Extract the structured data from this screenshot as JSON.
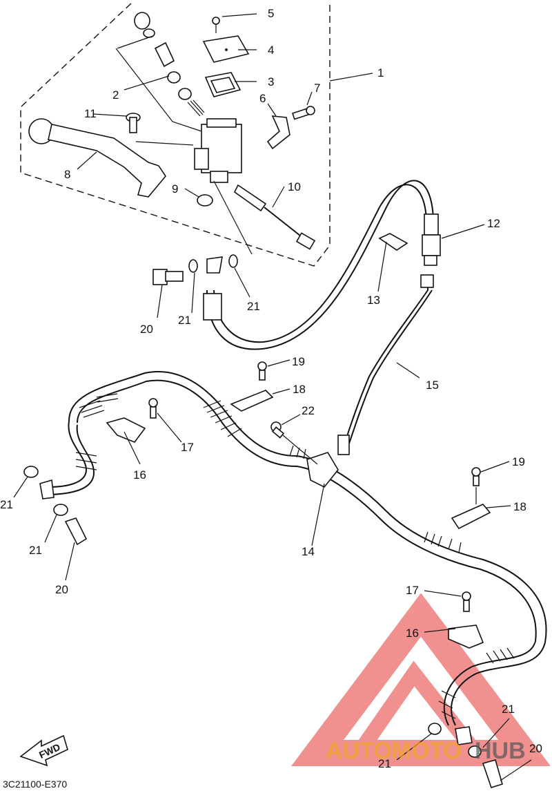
{
  "diagram_code": "3C21100-E370",
  "fwd_label": "FWD",
  "watermark": {
    "text_left": "AUTOMOTO",
    "text_right": "HUB",
    "color_red": "#e53935",
    "color_orange": "#f5a623",
    "color_gray": "#555555"
  },
  "callouts": {
    "c1": "1",
    "c2": "2",
    "c3": "3",
    "c4": "4",
    "c5": "5",
    "c6": "6",
    "c7": "7",
    "c8": "8",
    "c9": "9",
    "c10": "10",
    "c11": "11",
    "c12": "12",
    "c13": "13",
    "c14": "14",
    "c15": "15",
    "c16a": "16",
    "c16b": "16",
    "c17a": "17",
    "c17b": "17",
    "c18a": "18",
    "c18b": "18",
    "c19a": "19",
    "c19b": "19",
    "c20a": "20",
    "c20b": "20",
    "c20c": "20",
    "c21a": "21",
    "c21b": "21",
    "c21c": "21",
    "c21d": "21",
    "c21e": "21",
    "c21f": "21",
    "c22": "22"
  }
}
